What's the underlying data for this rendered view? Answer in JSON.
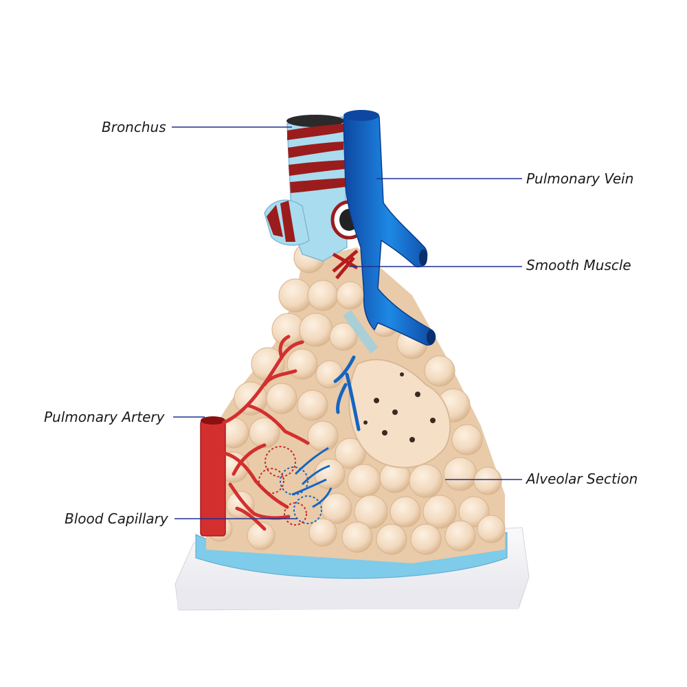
{
  "labels": {
    "bronchus": "Bronchus",
    "pulmonary_vein": "Pulmonary Vein",
    "smooth_muscle": "Smooth Muscle",
    "pulmonary_artery": "Pulmonary Artery",
    "alveolar_section": "Alveolar Section",
    "blood_capillary": "Blood Capillary"
  },
  "colors": {
    "leader_line": "#1f2f8f",
    "vein_blue": "#1565c0",
    "artery_red": "#d32f2f",
    "muscle_red": "#9b1c1c",
    "airway_lightblue": "#a9dcef",
    "alveoli_peach": "#f4dcc0",
    "base_blue": "#7ecbea",
    "stand_white": "#f2f2f5"
  }
}
